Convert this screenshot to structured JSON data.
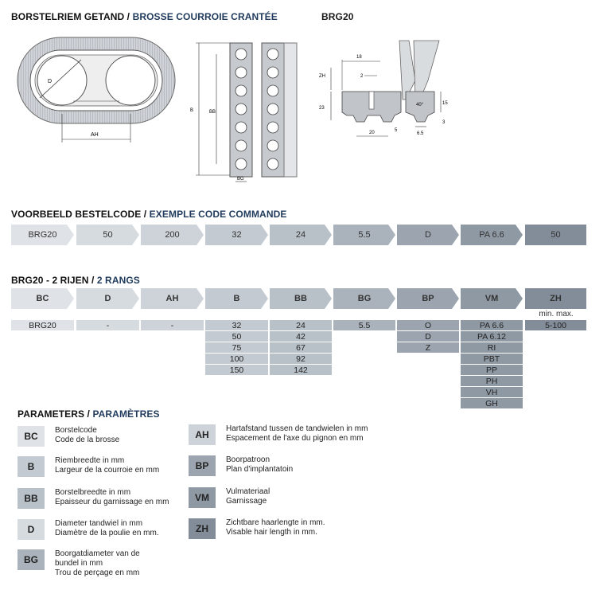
{
  "titles": {
    "main_nl": "BORSTELRIEM GETAND",
    "main_fr": "BROSSE COURROIE CRANTÉE",
    "sep": " / ",
    "brg": "BRG20",
    "order_nl": "VOORBEELD BESTELCODE",
    "order_fr": "EXEMPLE CODE COMMANDE",
    "rows_nl": "BRG20 - 2 RIJEN",
    "rows_fr": "2 RANGS",
    "params_nl": "PARAMETERS",
    "params_fr": "PARAMÈTRES"
  },
  "drawing_labels": {
    "d": "D",
    "ah": "AH",
    "b": "B",
    "bb": "BB",
    "bg": "BG",
    "zh": "ZH",
    "dim_18": "18",
    "dim_2": "2",
    "dim_23": "23",
    "dim_20": "20",
    "dim_40": "40°",
    "dim_15": "15",
    "dim_5": "5",
    "dim_3": "3",
    "dim_65": "6.5"
  },
  "order_code": [
    "BRG20",
    "50",
    "200",
    "32",
    "24",
    "5.5",
    "D",
    "PA 6.6",
    "50"
  ],
  "table": {
    "headers": [
      "BC",
      "D",
      "AH",
      "B",
      "BB",
      "BG",
      "BP",
      "VM",
      "ZH"
    ],
    "zh_sub": "min.  max.",
    "bc": [
      "BRG20"
    ],
    "d": [
      "-"
    ],
    "ah": [
      "-"
    ],
    "b": [
      "32",
      "50",
      "75",
      "100",
      "150"
    ],
    "bb": [
      "24",
      "42",
      "67",
      "92",
      "142"
    ],
    "bg": [
      "5.5"
    ],
    "bp": [
      "O",
      "D",
      "Z"
    ],
    "vm": [
      "PA 6.6",
      "PA 6.12",
      "RI",
      "PBT",
      "PP",
      "PH",
      "VH",
      "GH"
    ],
    "zh": [
      "5-100"
    ]
  },
  "params": [
    {
      "code": "BC",
      "nl": "Borstelcode",
      "fr": "Code de la brosse"
    },
    {
      "code": "B",
      "nl": "Riembreedte in mm",
      "fr": "Largeur de la courroie en mm"
    },
    {
      "code": "BB",
      "nl": "Borstelbreedte in mm",
      "fr": "Epaisseur du garnissage en mm"
    },
    {
      "code": "D",
      "nl": "Diameter tandwiel in mm",
      "fr": "Diamètre de la poulie en mm."
    },
    {
      "code": "BG",
      "nl": "Boorgatdiameter van de bundel in mm",
      "fr": "Trou de perçage en mm"
    },
    {
      "code": "AH",
      "nl": "Hartafstand tussen de tandwielen in mm",
      "fr": "Espacement de l'axe du pignon en mm"
    },
    {
      "code": "BP",
      "nl": "Boorpatroon",
      "fr": "Plan d'implantatoin"
    },
    {
      "code": "VM",
      "nl": "Vulmateriaal",
      "fr": "Garnissage"
    },
    {
      "code": "ZH",
      "nl": "Zichtbare haarlengte in mm.",
      "fr": "Visable hair length in mm."
    }
  ],
  "colors": {
    "arrow": [
      "#dfe3e7",
      "#d6dbe0",
      "#cdd3d9",
      "#c3cad1",
      "#b8c0c8",
      "#aab2bb",
      "#9ca5af",
      "#8f99a4",
      "#838d99"
    ],
    "title_blue": "#1f3a5c"
  }
}
